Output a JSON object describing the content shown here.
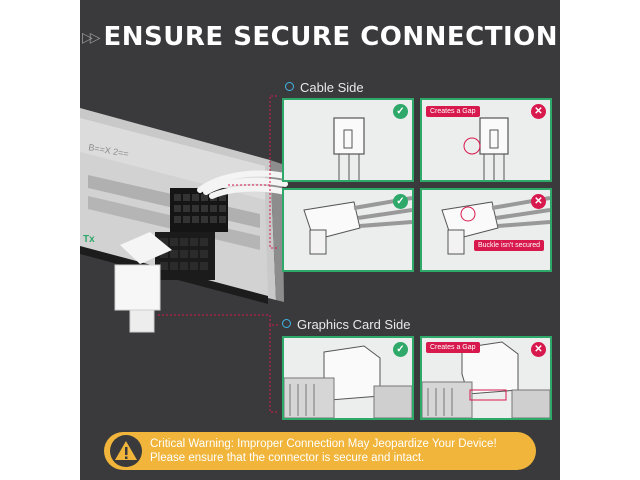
{
  "title": "ENSURE SECURE CONNECTION",
  "sections": {
    "cable_side": "Cable Side",
    "graphics_card_side": "Graphics Card Side"
  },
  "tags": {
    "creates_gap": "Creates a Gap",
    "buckle_not_secured": "Buckle isn't secured"
  },
  "badges": {
    "ok": "✓",
    "bad": "✕"
  },
  "warning": {
    "line1": "Critical Warning: Improper Connection May Jeopardize Your Device!",
    "line2": "Please ensure that the connector is secure and intact."
  },
  "colors": {
    "background": "#3a3a3c",
    "correct": "#2fa96a",
    "wrong": "#d8194d",
    "warning": "#f0b53a",
    "accent": "#3fb6e6"
  }
}
